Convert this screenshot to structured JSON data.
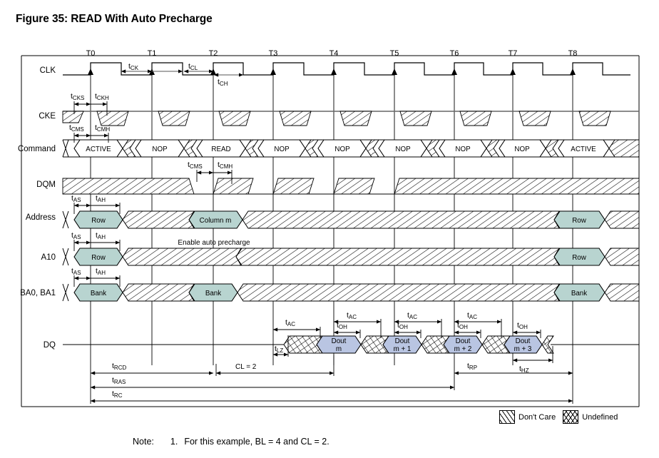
{
  "title": "Figure 35: READ With Auto Precharge",
  "colors": {
    "address_fill": "#b8d4d0",
    "data_fill": "#b9c5e2",
    "line": "#000000",
    "clk_line": "#5a5a5a"
  },
  "clock": {
    "tick_labels": [
      "T0",
      "T1",
      "T2",
      "T3",
      "T4",
      "T5",
      "T6",
      "T7",
      "T8"
    ],
    "timing_marks": [
      "tCK",
      "tCL",
      "tCH"
    ]
  },
  "rows": [
    {
      "label": "CLK"
    },
    {
      "label": "CKE"
    },
    {
      "label": "Command"
    },
    {
      "label": "DQM"
    },
    {
      "label": "Address"
    },
    {
      "label": "A10"
    },
    {
      "label": "BA0, BA1"
    },
    {
      "label": "DQ"
    }
  ],
  "command_sequence": [
    "ACTIVE",
    "NOP",
    "READ",
    "NOP",
    "NOP",
    "NOP",
    "NOP",
    "NOP",
    "ACTIVE"
  ],
  "address_values": [
    {
      "at": "T0",
      "text": "Row"
    },
    {
      "at": "T2",
      "text": "Column m"
    },
    {
      "at": "T8",
      "text": "Row"
    }
  ],
  "a10_values": [
    {
      "at": "T0",
      "text": "Row"
    },
    {
      "at": "T8",
      "text": "Row"
    }
  ],
  "a10_annotation": "Enable auto precharge",
  "bank_values": [
    {
      "at": "T0",
      "text": "Bank"
    },
    {
      "at": "T2",
      "text": "Bank"
    },
    {
      "at": "T8",
      "text": "Bank"
    }
  ],
  "dq_values": [
    {
      "label_top": "Dout",
      "label_bottom": "m"
    },
    {
      "label_top": "Dout",
      "label_bottom": "m + 1"
    },
    {
      "label_top": "Dout",
      "label_bottom": "m + 2"
    },
    {
      "label_top": "Dout",
      "label_bottom": "m + 3"
    }
  ],
  "timing_annotations": {
    "clk": [
      "tCK",
      "tCL",
      "tCH"
    ],
    "cke": [
      "tCKS",
      "tCKH"
    ],
    "command": [
      "tCMS",
      "tCMH"
    ],
    "dqm": [
      "tCMS",
      "tCMH"
    ],
    "address": [
      "tAS",
      "tAH"
    ],
    "a10": [
      "tAS",
      "tAH"
    ],
    "bank": [
      "tAS",
      "tAH"
    ],
    "dq": [
      "tAC",
      "tOH",
      "tLZ",
      "tHZ"
    ]
  },
  "parameter_bars": [
    {
      "name": "tRCD"
    },
    {
      "name": "CL = 2",
      "plain": true
    },
    {
      "name": "tRP"
    },
    {
      "name": "tHZ"
    },
    {
      "name": "tRAS"
    },
    {
      "name": "tRC"
    }
  ],
  "legend": [
    {
      "label": "Don't Care",
      "pattern": "diagonal-hatch"
    },
    {
      "label": "Undefined",
      "pattern": "cross-hatch"
    }
  ],
  "note": {
    "prefix": "Note:",
    "number": "1.",
    "text": "For this example, BL = 4 and CL = 2."
  }
}
